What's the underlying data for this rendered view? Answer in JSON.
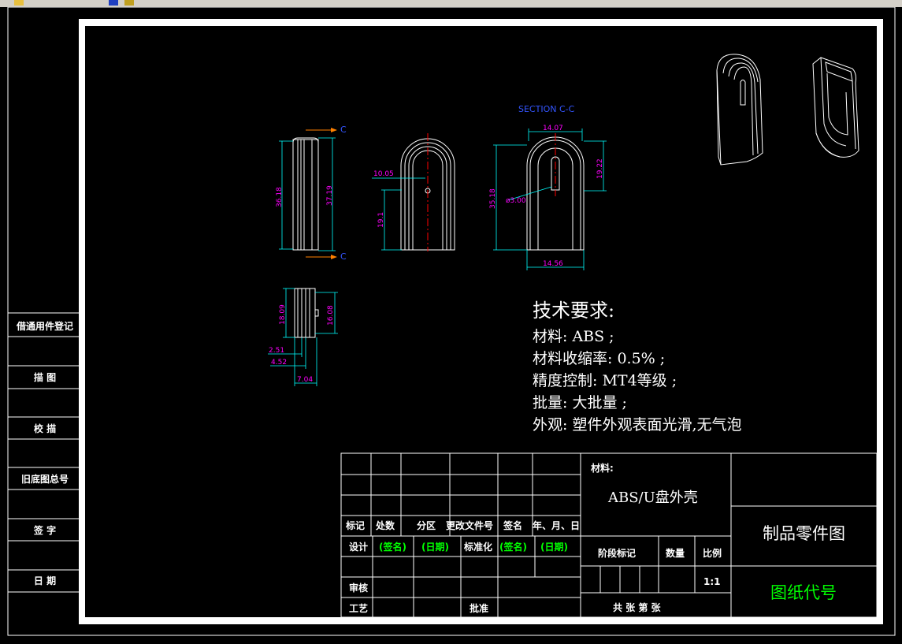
{
  "side_labels": [
    "借通用件登记",
    "描 图",
    "校 描",
    "旧底图总号",
    "签 字",
    "日 期"
  ],
  "section_label": "SECTION C-C",
  "cut_marks": [
    "C",
    "C"
  ],
  "dims": {
    "front_left": "36.18",
    "front_right": "37.19",
    "mid_w": "10.05",
    "mid_h": "19.1",
    "sec_top": "14.07",
    "sec_h": "35.18",
    "sec_right": "19.22",
    "sec_dia": "ø3.00",
    "sec_bottom": "14.56",
    "bot_h": "18.09",
    "bot_h2": "16.08",
    "bot_a": "2.51",
    "bot_b": "4.52",
    "bot_c": "7.04"
  },
  "requirements": {
    "title": "技术要求:",
    "lines": [
      "材料: ABS ;",
      "材料收缩率: 0.5% ;",
      "精度控制: MT4等级 ;",
      "批量: 大批量 ;",
      "外观: 塑件外观表面光滑,无气泡"
    ]
  },
  "title_block": {
    "header_row": [
      "标记",
      "处数",
      "分区",
      "更改文件号",
      "签名",
      "年、月、日"
    ],
    "design": "设计",
    "sign": "(签名)",
    "date": "(日期)",
    "standard": "标准化",
    "sign2": "(签名)",
    "date2": "(日期)",
    "review": "审核",
    "craft": "工艺",
    "approve": "批准",
    "material_label": "材料:",
    "material_value": "ABS/U盘外壳",
    "stage_mark": "阶段标记",
    "quantity": "数量",
    "ratio": "比例",
    "scale": "1:1",
    "sheets": "共 张 第 张",
    "drawing_name": "制品零件图",
    "drawing_code": "图纸代号"
  },
  "colors": {
    "dim": "#ff00ff",
    "geometry": "#ffffff",
    "dimline": "#00ffff",
    "center": "#ff0000",
    "green": "#00ff00"
  }
}
